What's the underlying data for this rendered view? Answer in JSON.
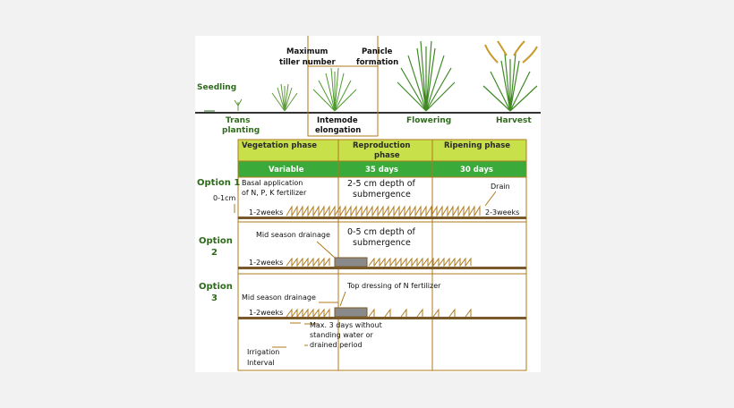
{
  "stages": {
    "seedling": "Seedling",
    "transplanting_1": "Trans",
    "transplanting_2": "planting",
    "max_tiller_1": "Maximum",
    "max_tiller_2": "tiller number",
    "panicle_1": "Panicle",
    "panicle_2": "formation",
    "internode_1": "Intemode",
    "internode_2": "elongation",
    "flowering": "Flowering",
    "harvest": "Harvest"
  },
  "phases": {
    "vegetation": "Vegetation phase",
    "reproduction_1": "Reproduction",
    "reproduction_2": "phase",
    "ripening": "Ripening phase",
    "veg_duration": "Variable",
    "rep_duration": "35 days",
    "rip_duration": "30 days"
  },
  "options": {
    "o1_label": "Option 1",
    "o1_depth": "0-1cm",
    "o1_basal_1": "Basal application",
    "o1_basal_2": "of N, P, K fertilizer",
    "o1_sub_1": "2-5 cm depth of",
    "o1_sub_2": "submergence",
    "o1_drain": "Drain",
    "o1_weeks_left": "1-2weeks",
    "o1_weeks_right": "2-3weeks",
    "o2_label_1": "Option",
    "o2_label_2": "2",
    "o2_mid": "Mid season drainage",
    "o2_sub_1": "0-5 cm depth of",
    "o2_sub_2": "submergence",
    "o2_weeks": "1-2weeks",
    "o3_label_1": "Option",
    "o3_label_2": "3",
    "o3_mid": "Mid season drainage",
    "o3_top": "Top dressing of N fertilizer",
    "o3_weeks": "1-2weeks",
    "o3_max_1": "Max. 3 days without",
    "o3_max_2": "standing water or",
    "o3_max_3": "drained period",
    "irr_1": "Irrigation",
    "irr_2": "Interval"
  },
  "colors": {
    "phase_header": "#c8e04a",
    "duration_bar": "#3aaa3a",
    "grid_line": "#b07a1e",
    "ground": "#7a5a2a",
    "drain_block": "#8a8a8a"
  }
}
